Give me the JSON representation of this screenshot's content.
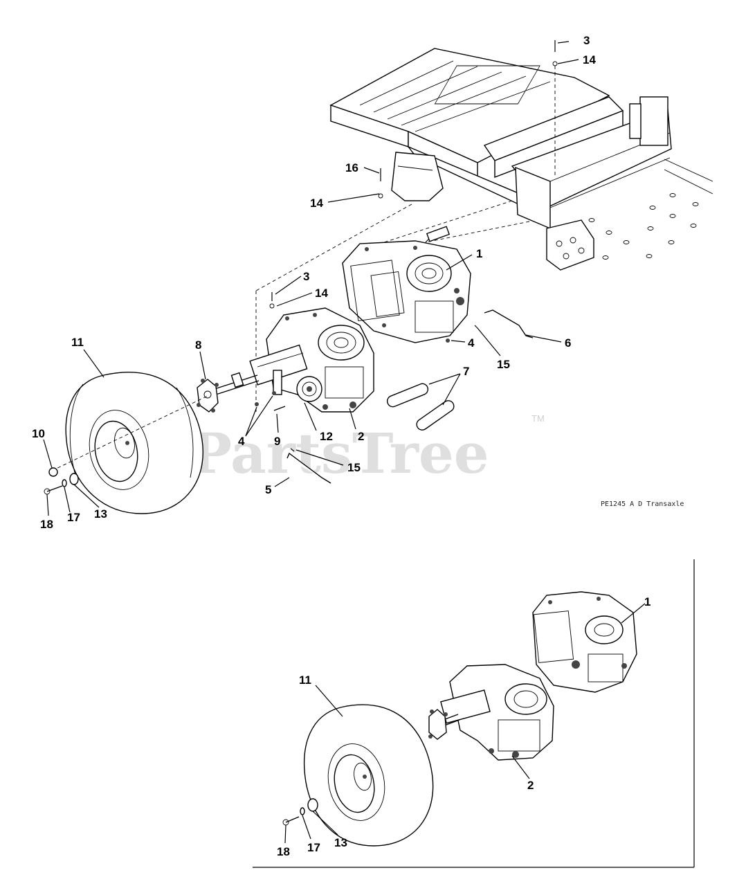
{
  "watermark": {
    "text": "PartsTree",
    "trademark": "TM"
  },
  "diagram_ref": "PE1245 A D Transaxle",
  "callouts": {
    "top": [
      "3",
      "14",
      "16",
      "14",
      "1",
      "3",
      "14",
      "4",
      "6",
      "15",
      "11",
      "8",
      "7",
      "2",
      "12",
      "4",
      "9",
      "10",
      "15",
      "5",
      "18",
      "17",
      "13"
    ],
    "bottom": [
      "1",
      "11",
      "2",
      "18",
      "17",
      "13"
    ]
  },
  "icons": [
    "frame-illustration",
    "transaxle-illustration",
    "wheel-illustration",
    "axle-hub-illustration"
  ]
}
